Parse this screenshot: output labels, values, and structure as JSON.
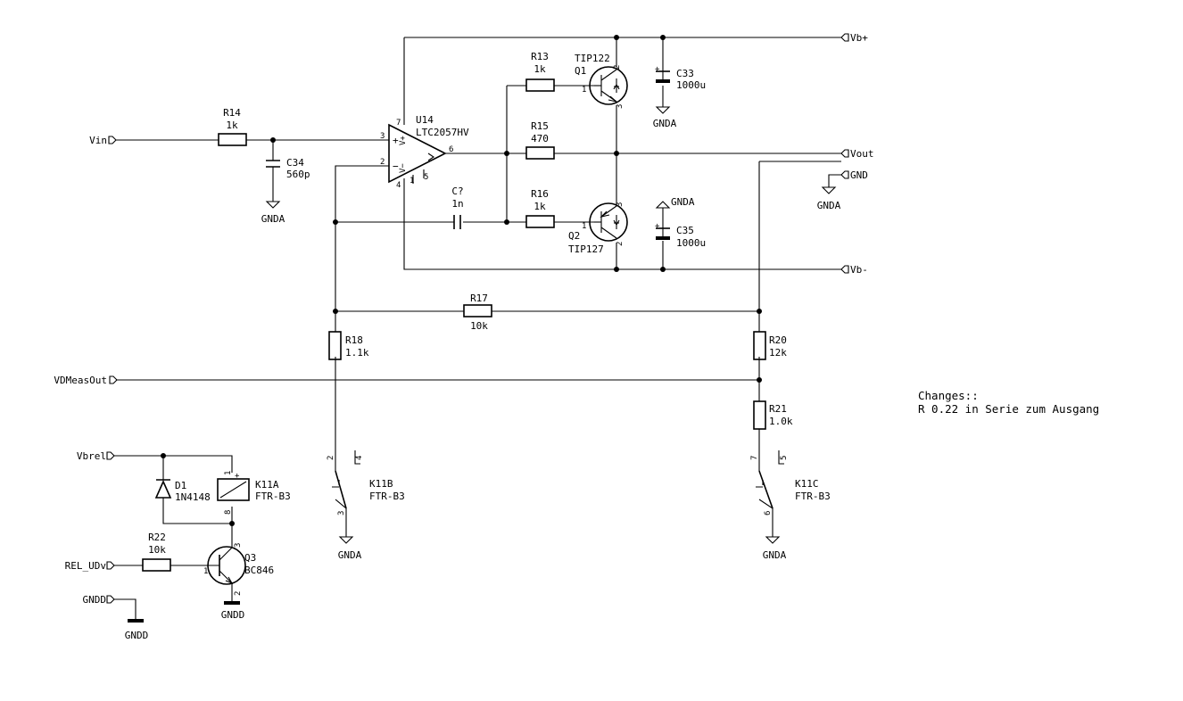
{
  "nets": {
    "vbp": "Vb+",
    "vout": "Vout",
    "gnd": "GND",
    "vbm": "Vb-",
    "vin": "Vin",
    "vdmeasout": "VDMeasOut",
    "vbrel": "Vbrel",
    "rel_udv": "REL_UDv",
    "gndd_in": "GNDD"
  },
  "power": {
    "gnda_c34": "GNDA",
    "gnda_c33": "GNDA",
    "gnda_c35": "GNDA",
    "gnda_gndport": "GNDA",
    "gnda_k11b": "GNDA",
    "gnda_k11c": "GNDA",
    "gndd_q3": "GNDD",
    "gndd_left": "GNDD"
  },
  "components": {
    "r14": {
      "ref": "R14",
      "value": "1k"
    },
    "c34": {
      "ref": "C34",
      "value": "560p"
    },
    "u14": {
      "ref": "U14",
      "value": "LTC2057HV",
      "pins": {
        "p3": "3",
        "p2": "2",
        "p6": "6",
        "p7": "7",
        "p4": "4",
        "p1": "1",
        "p5": "5",
        "pp": "+",
        "pm": "−",
        "vp": "V+",
        "vm": "V−"
      }
    },
    "r13": {
      "ref": "R13",
      "value": "1k"
    },
    "q1": {
      "ref": "Q1",
      "value": "TIP122",
      "pins": {
        "p1": "1",
        "p2": "2",
        "p3": "3"
      }
    },
    "c33": {
      "ref": "C33",
      "value": "1000u"
    },
    "r15": {
      "ref": "R15",
      "value": "470"
    },
    "c7": {
      "ref": "C?",
      "value": "1n"
    },
    "r16": {
      "ref": "R16",
      "value": "1k"
    },
    "q2": {
      "ref": "Q2",
      "value": "TIP127",
      "pins": {
        "p1": "1",
        "p2": "2",
        "p3": "3"
      }
    },
    "c35": {
      "ref": "C35",
      "value": "1000u"
    },
    "r17": {
      "ref": "R17",
      "value": "10k"
    },
    "r18": {
      "ref": "R18",
      "value": "1.1k"
    },
    "r20": {
      "ref": "R20",
      "value": "12k"
    },
    "r21": {
      "ref": "R21",
      "value": "1.0k"
    },
    "k11b": {
      "ref": "K11B",
      "value": "FTR-B3",
      "pins": {
        "a": "2",
        "b": "4",
        "c": "3"
      }
    },
    "k11c": {
      "ref": "K11C",
      "value": "FTR-B3",
      "pins": {
        "a": "7",
        "b": "5",
        "c": "6"
      }
    },
    "d1": {
      "ref": "D1",
      "value": "1N4148"
    },
    "k11a": {
      "ref": "K11A",
      "value": "FTR-B3",
      "pins": {
        "p1": "1",
        "p8": "8",
        "plus": "+"
      }
    },
    "r22": {
      "ref": "R22",
      "value": "10k"
    },
    "q3": {
      "ref": "Q3",
      "value": "BC846",
      "pins": {
        "p1": "1",
        "p2": "2",
        "p3": "3"
      }
    }
  },
  "notes": {
    "line1": "Changes::",
    "line2": "R 0.22 in Serie zum Ausgang"
  }
}
